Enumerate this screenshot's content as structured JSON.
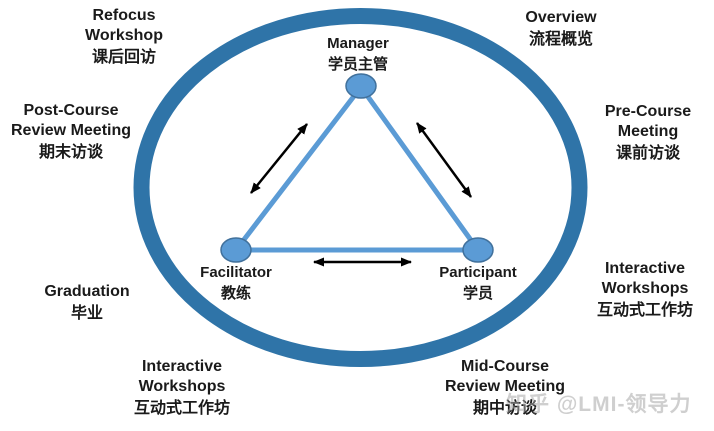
{
  "nodes": {
    "manager": {
      "en": "Manager",
      "zh": "学员主管"
    },
    "facilitator": {
      "en": "Facilitator",
      "zh": "教练"
    },
    "participant": {
      "en": "Participant",
      "zh": "学员"
    }
  },
  "labels": {
    "refocus_workshop": {
      "lines": [
        "Refocus",
        "Workshop",
        "课后回访"
      ]
    },
    "overview": {
      "lines": [
        "Overview",
        "流程概览"
      ]
    },
    "post_course_review": {
      "lines": [
        "Post-Course",
        "Review Meeting",
        "期末访谈"
      ]
    },
    "pre_course_meeting": {
      "lines": [
        "Pre-Course",
        "Meeting",
        "课前访谈"
      ]
    },
    "graduation": {
      "lines": [
        "Graduation",
        "毕业"
      ]
    },
    "interactive_workshops_right": {
      "lines": [
        "Interactive",
        "Workshops",
        "互动式工作坊"
      ]
    },
    "interactive_workshops_bottom": {
      "lines": [
        "Interactive",
        "Workshops",
        "互动式工作坊"
      ]
    },
    "mid_course_review": {
      "lines": [
        "Mid-Course",
        "Review Meeting",
        "期中访谈"
      ]
    }
  },
  "watermark": {
    "text": "知乎 @LMI-领导力"
  },
  "colors": {
    "ring": "#2F74A8",
    "triangle_edge": "#5B9BD5",
    "node_fill": "#5B9BD5",
    "node_stroke": "#41719C",
    "arrow": "#000000",
    "text": "#1a1a1a",
    "watermark": "#a8a8a8"
  }
}
